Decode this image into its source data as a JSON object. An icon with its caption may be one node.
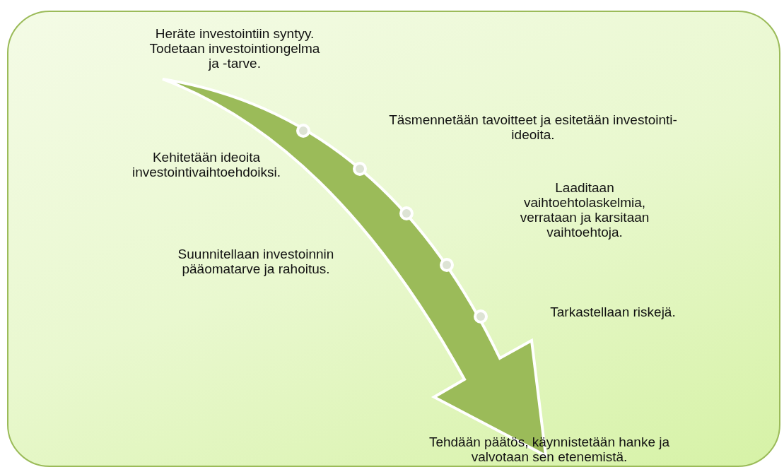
{
  "diagram": {
    "nodes": [
      {
        "text": [],
        "shape": "box"
      },
      {
        "text": [
          "Heräte investointiin syntyy. Todetaan investointiongelma ja -tarve."
        ],
        "in": 0
      },
      {
        "text": [
          "Täsmennetään tavoitteet ja esitetään investointi-ideoita."
        ],
        "in": 0
      },
      {
        "text": [
          "Kehitetään ideoita investointivaihtoehdoiksi."
        ],
        "in": 0
      },
      {
        "text": [
          "Laaditaan vaihtoehtolaskelmia, verrataan ja karsitaan vaihtoehtoja."
        ],
        "in": 0
      },
      {
        "text": [
          "Suunnitellaan investoinnin pääomatarve ja rahoitus."
        ],
        "in": 0
      },
      {
        "text": [
          "Tarkastellaan riskejä."
        ],
        "in": 0
      },
      {
        "text": [
          "Tehdään päätös, käynnistetään hanke ja valvotaan sen etenemistä."
        ],
        "in": 0
      }
    ],
    "edges": [
      {
        "from": 1,
        "to": 7,
        "arrow": "to",
        "style": "thick"
      }
    ]
  }
}
